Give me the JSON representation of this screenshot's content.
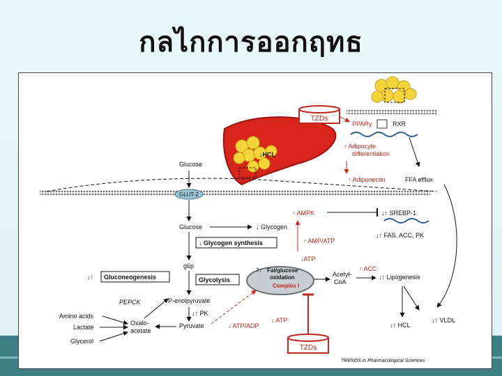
{
  "slide": {
    "title": "กลไกการออกฤทธ"
  },
  "diagram": {
    "tzd_top": "TZDs",
    "tzd_bottom": "TZDs",
    "ppar": "PPARγ",
    "rxr": "RXR",
    "adipocyte": "↑ Adipocyte",
    "differentiation": "differentiation",
    "adiponectin": "↑ Adiponectin",
    "ffa_efflux": "FFA efflux",
    "hcl_liver": "↓HCL",
    "glucose_top": "Glucose",
    "glut2": "GLUT-2",
    "ampk": "↑ AMPK",
    "srebp": "↓↑ SREBP-1",
    "glucose_mid": "Glucose",
    "glycogen": "↓ Glycogen",
    "glycogen_synthesis": "↓ Glycogen synthesis",
    "amp_atp": "↑ AMP/ATP",
    "fas": "↓↑ FAS, ACC, PK",
    "g6p": "g6p",
    "atp_down_mid": "↓ATP",
    "gluconeogenesis": "Gluconeogenesis",
    "gluco_arrows": "↓↑",
    "glycolysis": "Glycolysis",
    "fat_ox_1": "Fat/glucose",
    "fat_ox_2": "oxidation",
    "complex_i": "Complex I",
    "fat_ox_prefix": "?↓",
    "acetyl_1": "Acetyl-",
    "acetyl_2": "CoA",
    "acc": "↑ ACC",
    "lipogenesis": "↓↑ Lipogenesis",
    "pepck": "PEPCK",
    "pep": "P-enolpyruvate",
    "amino_acids": "Amino acids",
    "lactate": "Lactate",
    "glycerol": "Glycerol",
    "oxalo_1": "Oxalo-",
    "oxalo_2": "acetate",
    "pk": "↓↑ PK",
    "pyruvate": "Pyruvate",
    "atp_adp": "↓ ATP/ADP",
    "atp_down_low": "↓ ATP",
    "vldl": "↓↑ VLDL",
    "hcl_low": "↓↑ HCL",
    "credit": "TRENDS in Pharmacological Sciences"
  }
}
